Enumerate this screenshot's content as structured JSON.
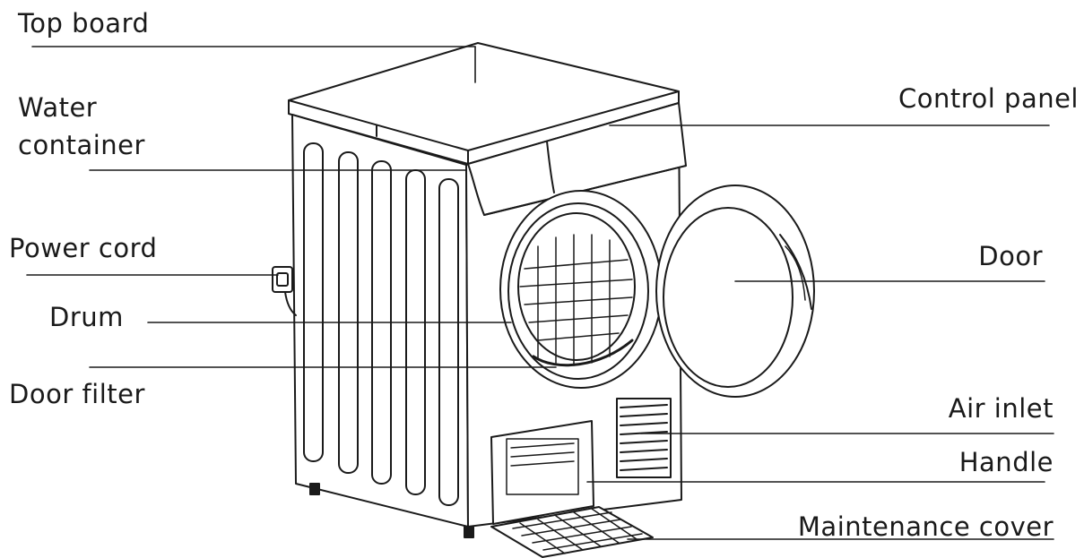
{
  "diagram": {
    "labels": {
      "top_board": "Top board",
      "water_container_line1": "Water",
      "water_container_line2": "container",
      "power_cord": "Power cord",
      "drum": "Drum",
      "door_filter": "Door filter",
      "control_panel": "Control panel",
      "door": "Door",
      "air_inlet": "Air inlet",
      "handle": "Handle",
      "maintenance_cover": "Maintenance cover"
    },
    "colors": {
      "line": "#1a1a1a",
      "background": "#ffffff"
    }
  }
}
